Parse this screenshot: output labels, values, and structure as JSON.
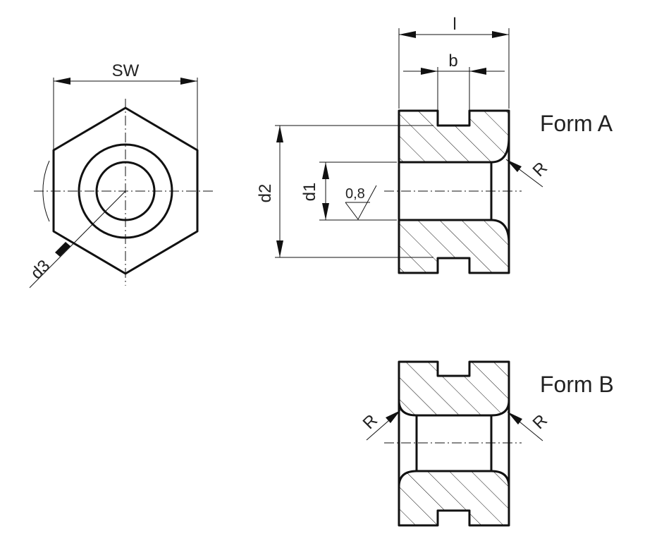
{
  "labels": {
    "sw": "SW",
    "d3": "d3",
    "l": "l",
    "b": "b",
    "d2": "d2",
    "d1": "d1",
    "roughness": "0,8",
    "form_a": "Form A",
    "form_b": "Form B",
    "radius_a": "R",
    "radius_b_left": "R",
    "radius_b_right": "R"
  }
}
